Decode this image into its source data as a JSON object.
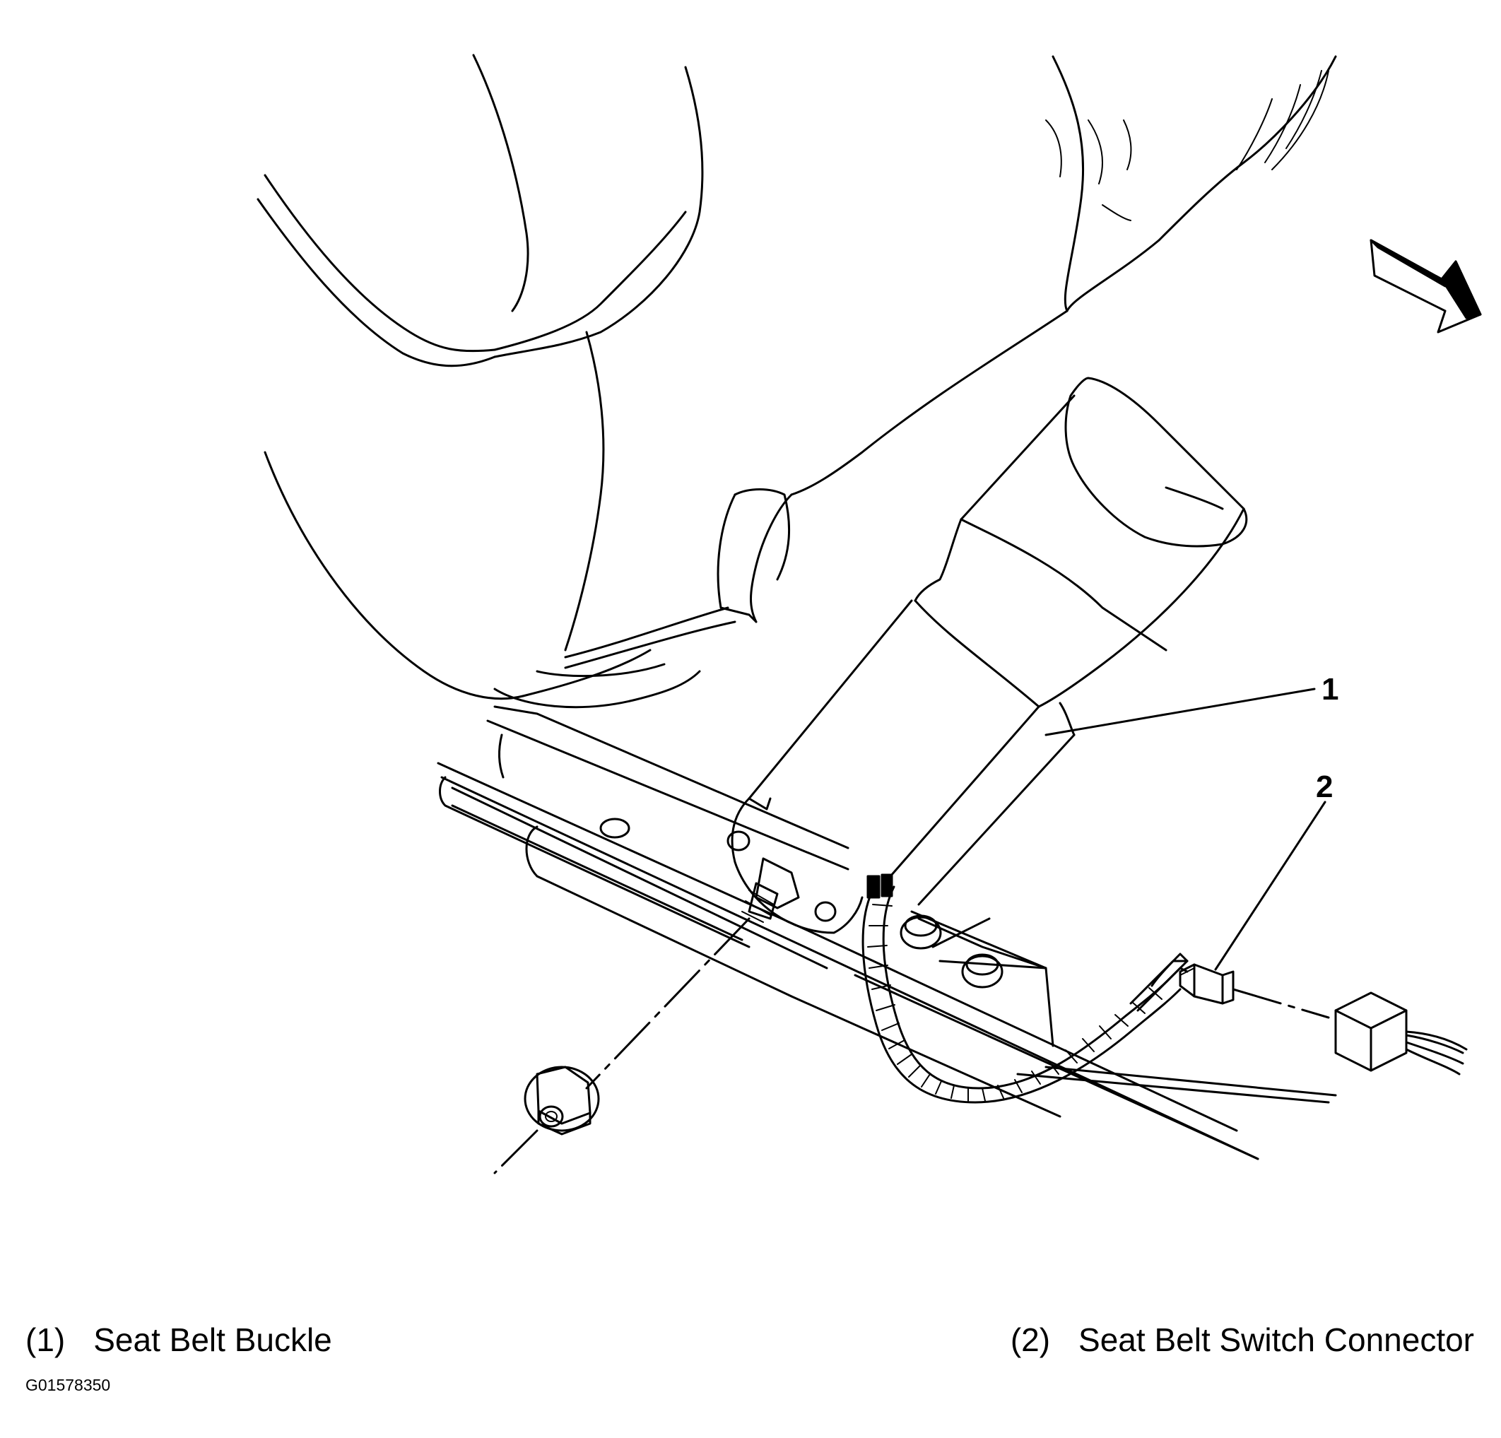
{
  "callouts": [
    {
      "number": "1",
      "label": "Seat Belt Buckle"
    },
    {
      "number": "2",
      "label": "Seat Belt Switch Connector"
    }
  ],
  "legend": {
    "item1_number": "(1)",
    "item1_label": "Seat Belt Buckle",
    "item2_number": "(2)",
    "item2_label": "Seat Belt Switch Connector"
  },
  "figure_code": "G01578350",
  "icons": {
    "direction_arrow": "arrow-right-down-icon"
  }
}
